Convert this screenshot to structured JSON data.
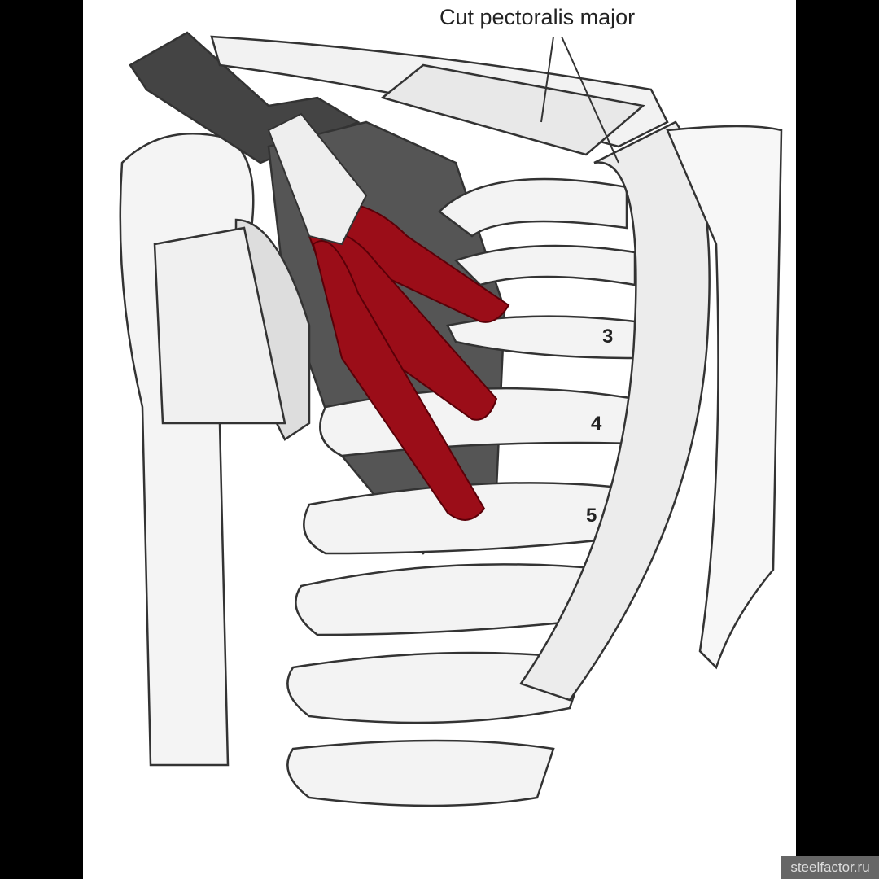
{
  "figure": {
    "label_cut_pectoralis": "Cut pectoralis major",
    "rib_labels": [
      "3",
      "4",
      "5"
    ],
    "watermark": "steelfactor.ru"
  },
  "colors": {
    "muscle": "#9b0d18",
    "bone_dark": "#444444",
    "line": "#333333"
  }
}
